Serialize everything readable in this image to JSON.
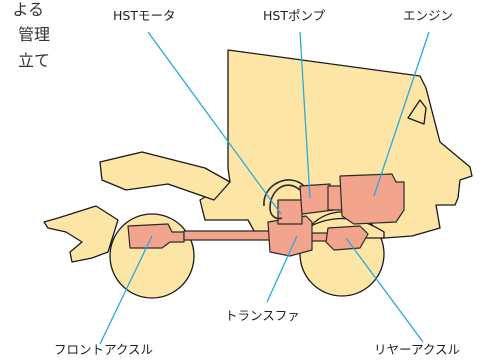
{
  "text_fragments": [
    "よる",
    "管理",
    "立て"
  ],
  "labels": {
    "hst_motor": "HSTモータ",
    "hst_pump": "HSTポンプ",
    "engine": "エンジン",
    "transfer": "トランスファ",
    "front_axle": "フロントアクスル",
    "rear_axle": "リヤーアクスル"
  },
  "colors": {
    "body": "#fde5a5",
    "body_outline": "#1a1a1a",
    "component": "#f3a48c",
    "component_outline": "#2a2a2a",
    "leader_line": "#29a9df",
    "text": "#222222"
  }
}
